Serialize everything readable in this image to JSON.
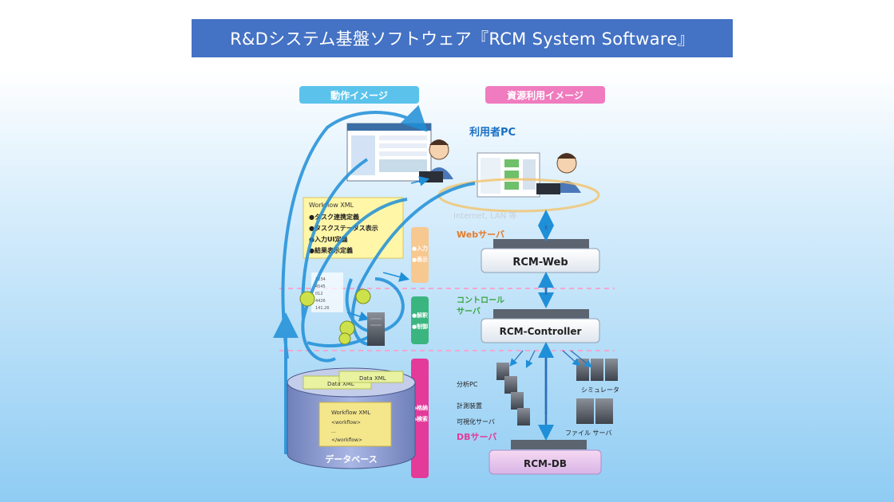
{
  "slide": {
    "title": "R&Dシステム基盤ソフトウェア『RCM System Software』"
  },
  "diagram": {
    "operation_image_label": "動作イメージ",
    "resource_image_label": "資源利用イメージ",
    "user_pc_label": "利用者PC",
    "network_label": "Internet, LAN 等",
    "workflow_box": {
      "title": "Workflow XML",
      "items": [
        "●タスク連携定義",
        "●タスクステータス表示",
        "●入力UI定義",
        "●結果表示定義"
      ]
    },
    "code_snippet": [
      "1234",
      "4545",
      "012",
      "4426",
      "141.26"
    ],
    "stage_io": [
      "●入力",
      "●表示"
    ],
    "stage_control": [
      "●解釈",
      "●制御"
    ],
    "stage_storage": [
      "●格納",
      "●検索"
    ],
    "web_server_label": "Webサーバ",
    "rcm_web": "RCM-Web",
    "controller_label_line1": "コントロール",
    "controller_label_line2": "サーバ",
    "rcm_controller": "RCM-Controller",
    "analysis_pc": "分析PC",
    "measurement_device": "計測装置",
    "visualization_server": "可視化サーバ",
    "simulator": "シミュレータ",
    "file_server": "ファイル サーバ",
    "db_server_label": "DBサーバ",
    "rcm_db": "RCM-DB",
    "data_xml_1": "Data XML",
    "data_xml_2": "Data XML",
    "db_workflow_xml": "Workflow XML",
    "db_workflow_open": "<workflow>",
    "db_workflow_dots": "...",
    "db_workflow_close": "</workflow>",
    "database_label": "データベース"
  }
}
